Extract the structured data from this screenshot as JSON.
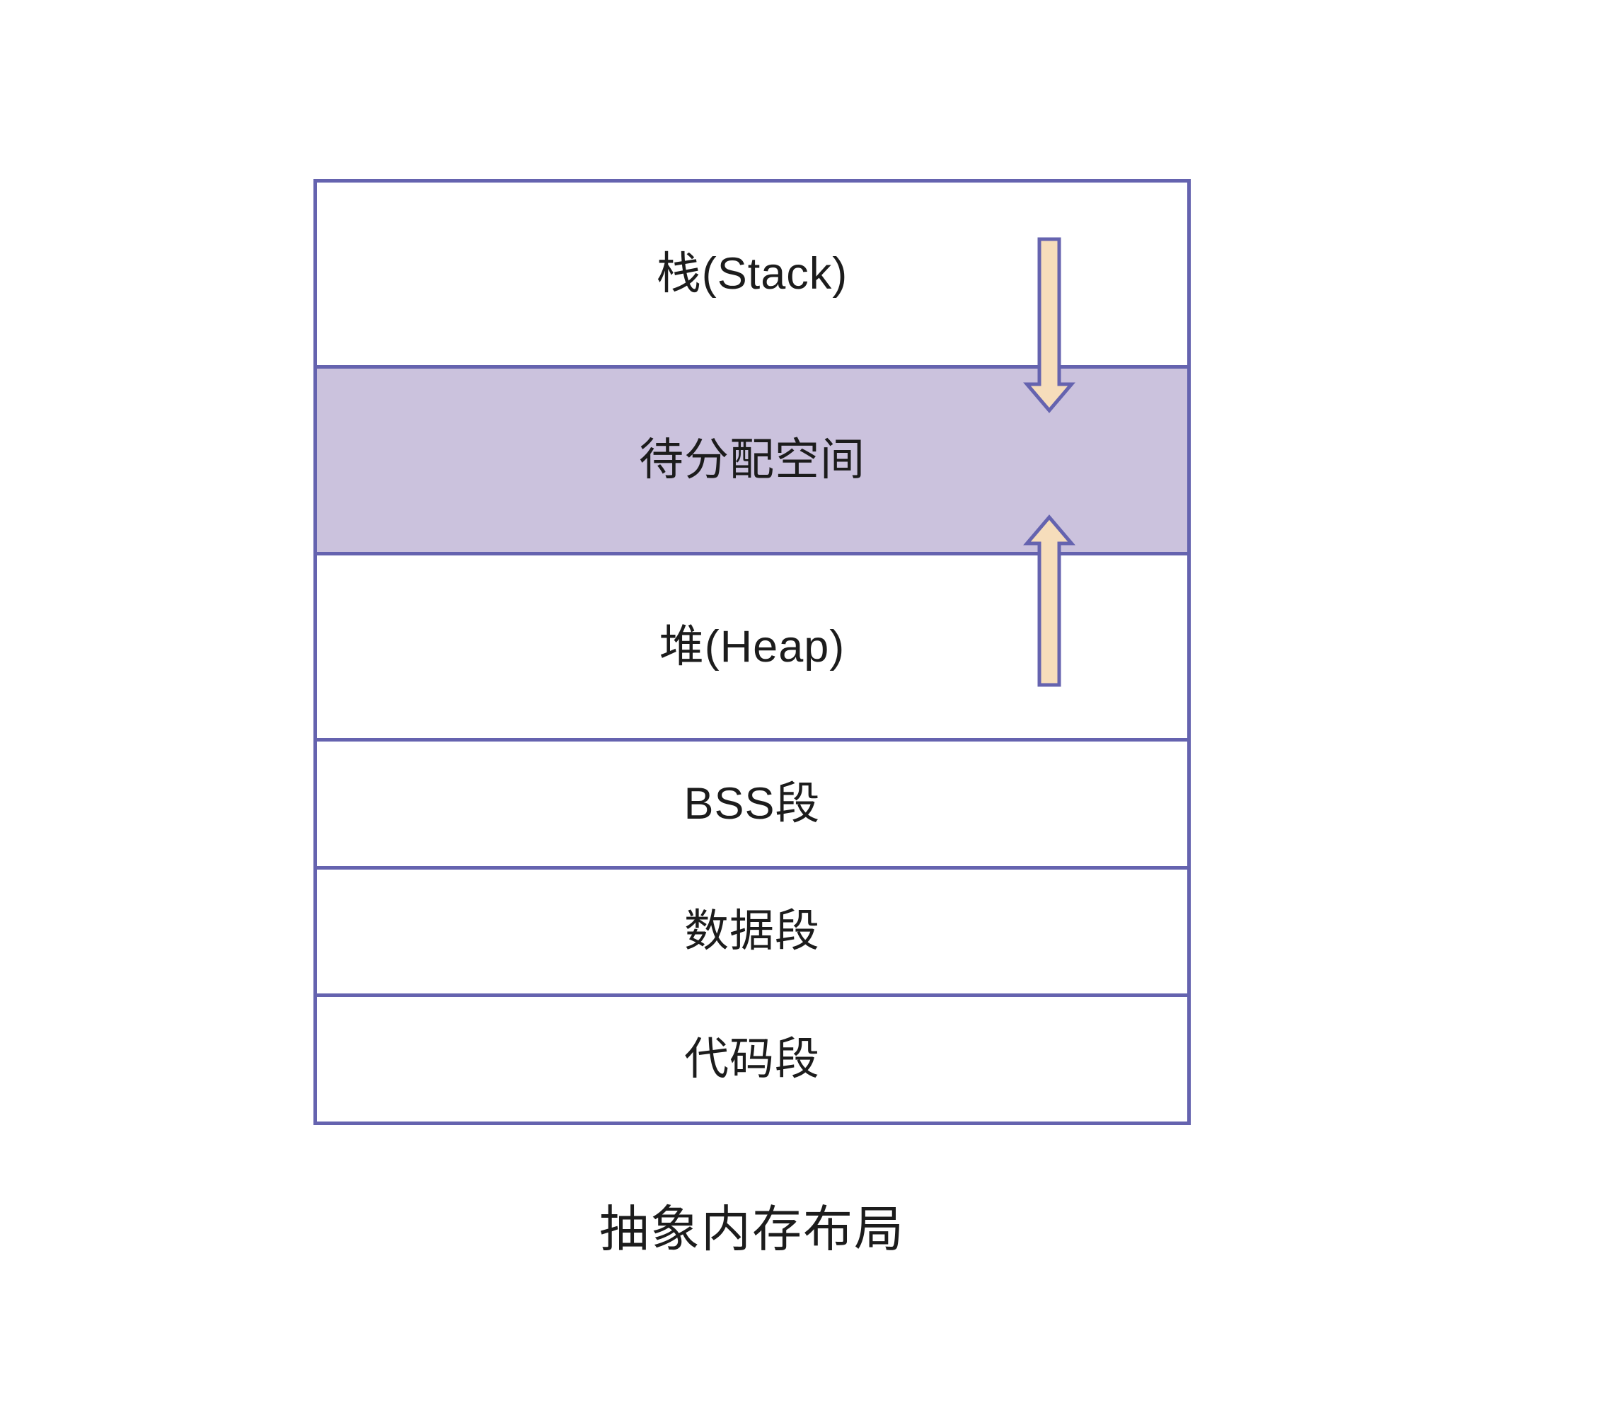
{
  "page": {
    "background": "#ffffff"
  },
  "diagram": {
    "caption": "抽象内存布局",
    "rows": [
      {
        "label": "栈(Stack)",
        "highlighted": false
      },
      {
        "label": "待分配空间",
        "highlighted": true
      },
      {
        "label": "堆(Heap)",
        "highlighted": false
      },
      {
        "label": "BSS段",
        "highlighted": false
      },
      {
        "label": "数据段",
        "highlighted": false
      },
      {
        "label": "代码段",
        "highlighted": false
      }
    ],
    "icons": [
      {
        "name": "down-arrow-icon",
        "meaning": "stack grows downward into unallocated space"
      },
      {
        "name": "up-arrow-icon",
        "meaning": "heap grows upward into unallocated space"
      }
    ],
    "colors": {
      "border": "#6563af",
      "highlight_fill": "#cbc2dd",
      "arrow_fill": "#f6ddbb",
      "arrow_stroke": "#6563af",
      "text": "#1c1c1c",
      "background": "#ffffff"
    }
  }
}
